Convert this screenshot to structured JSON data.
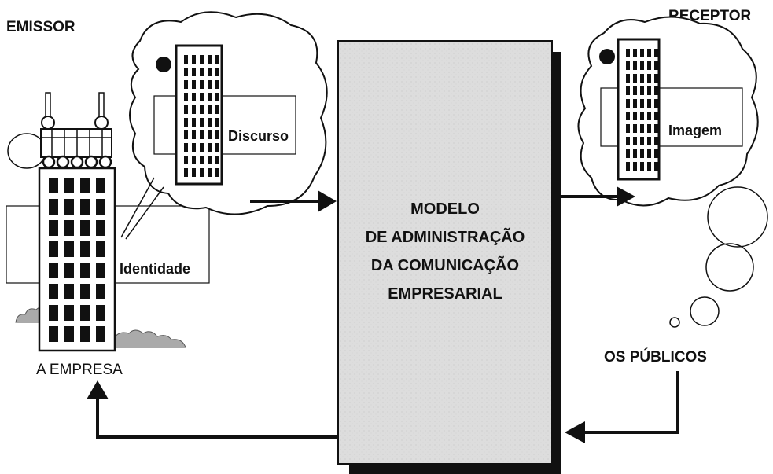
{
  "labels": {
    "emissor": "EMISSOR",
    "receptor": "RECEPTOR",
    "discurso": "Discurso",
    "imagem": "Imagem",
    "identidade": "Identidade",
    "empresa": "A EMPRESA",
    "publicos": "OS PÚBLICOS"
  },
  "center_box": {
    "lines": [
      "MODELO",
      "DE ADMINISTRAÇÃO",
      "DA COMUNICAÇÃO",
      "EMPRESARIAL"
    ]
  },
  "colors": {
    "ink": "#111111",
    "box_fill": "#dcdcdc",
    "box_shadow": "#111111"
  }
}
